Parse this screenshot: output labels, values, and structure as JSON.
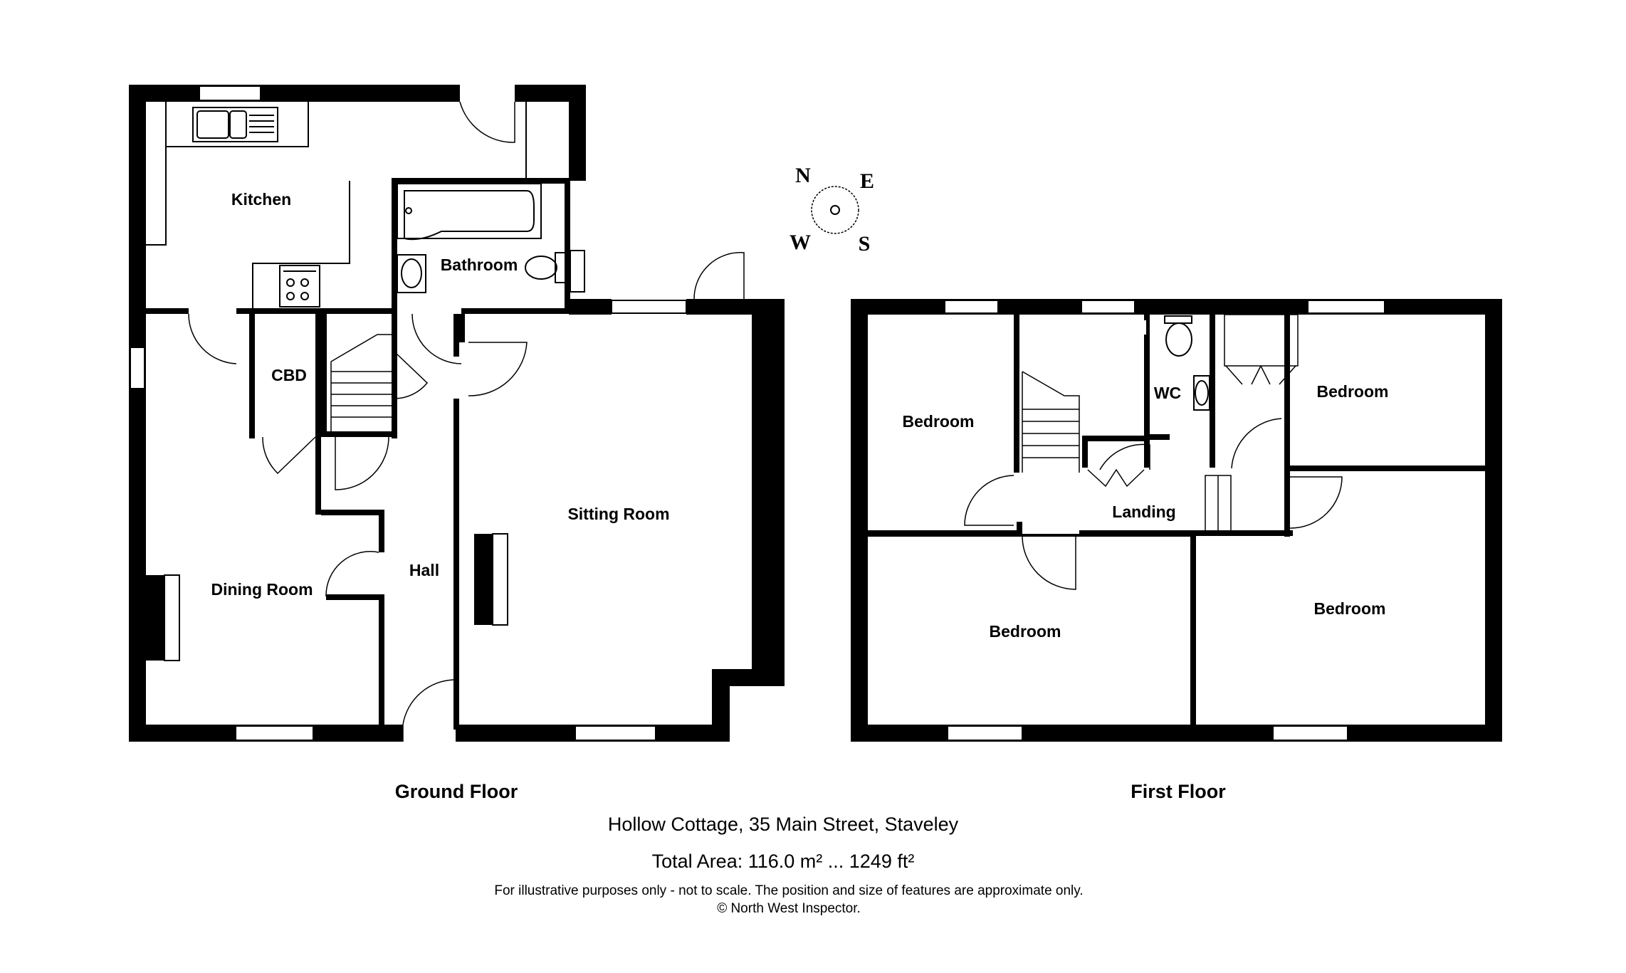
{
  "ground_floor": {
    "title": "Ground Floor",
    "rooms": {
      "kitchen": "Kitchen",
      "bathroom": "Bathroom",
      "cbd": "CBD",
      "sitting_room": "Sitting Room",
      "hall": "Hall",
      "dining_room": "Dining Room"
    }
  },
  "first_floor": {
    "title": "First Floor",
    "rooms": {
      "bedroom_nw": "Bedroom",
      "wc": "WC",
      "bedroom_ne": "Bedroom",
      "landing": "Landing",
      "bedroom_sw": "Bedroom",
      "bedroom_se": "Bedroom"
    }
  },
  "compass": {
    "n": "N",
    "e": "E",
    "s": "S",
    "w": "W"
  },
  "footer": {
    "address": "Hollow Cottage, 35 Main Street, Staveley",
    "total_area": "Total Area: 116.0 m² ... 1249 ft²",
    "disclaimer": "For illustrative purposes only - not to scale. The position and size of features are approximate only.",
    "copyright": "© North West Inspector."
  }
}
